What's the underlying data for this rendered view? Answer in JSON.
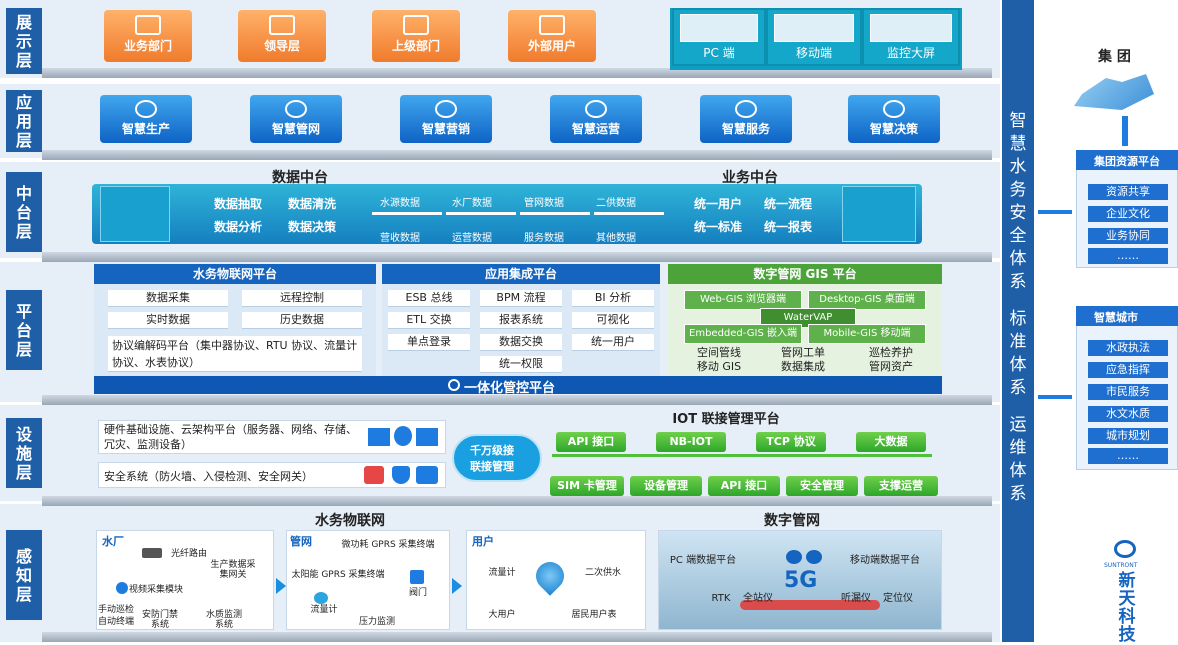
{
  "layers": {
    "display": "展示层",
    "app": "应用层",
    "middle": "中台层",
    "platform": "平台层",
    "facility": "设施层",
    "sense": "感知层"
  },
  "display": {
    "users": [
      "业务部门",
      "领导层",
      "上级部门",
      "外部用户"
    ],
    "terminals": [
      "PC 端",
      "移动端",
      "监控大屏"
    ]
  },
  "apps": [
    "智慧生产",
    "智慧管网",
    "智慧营销",
    "智慧运营",
    "智慧服务",
    "智慧决策"
  ],
  "middle": {
    "data_title": "数据中台",
    "business_title": "业务中台",
    "data_funcs": [
      "数据抽取",
      "数据清洗",
      "数据分析",
      "数据决策"
    ],
    "flow_top": [
      "水源数据",
      "水厂数据",
      "管网数据",
      "二供数据"
    ],
    "flow_bottom": [
      "营收数据",
      "运营数据",
      "服务数据",
      "其他数据"
    ],
    "business_funcs": [
      "统一用户",
      "统一流程",
      "统一标准",
      "统一报表"
    ]
  },
  "platform": {
    "iot_title": "水务物联网平台",
    "iot_items": [
      "数据采集",
      "远程控制",
      "实时数据",
      "历史数据"
    ],
    "iot_protocol": "协议编解码平台（集中器协议、RTU 协议、流量计协议、水表协议）",
    "app_title": "应用集成平台",
    "app_items": [
      "ESB 总线",
      "BPM 流程",
      "BI 分析",
      "ETL 交换",
      "报表系统",
      "可视化",
      "单点登录",
      "数据交换",
      "统一用户",
      "统一权限"
    ],
    "gis_title": "数字管网 GIS 平台",
    "gis_cells": [
      "Web-GIS 浏览器端",
      "Desktop-GIS 桌面端",
      "Embedded-GIS 嵌入端",
      "Mobile-GIS 移动端"
    ],
    "gis_center": "WaterVAP",
    "gis_foot": [
      "空间管线",
      "管网工单",
      "巡检养护",
      "移动 GIS",
      "数据集成",
      "管网资产"
    ],
    "bottom_bar": "一体化管控平台"
  },
  "facility": {
    "infra": "硬件基础设施、云架构平台（服务器、网络、存储、冗灾、监测设备）",
    "security": "安全系统（防火墙、入侵检测、安全网关）",
    "cloud": [
      "千万级接",
      "联接管理"
    ],
    "iot_title": "IOT 联接管理平台",
    "iot_top": [
      "API 接口",
      "NB-IOT",
      "TCP 协议",
      "大数据"
    ],
    "iot_bottom": [
      "SIM 卡管理",
      "设备管理",
      "API 接口",
      "安全管理",
      "支撑运营"
    ]
  },
  "sense": {
    "iot_net_title": "水务物联网",
    "pipe_net_title": "数字管网",
    "plant_title": "水厂",
    "plant_items": [
      "光纤路由",
      "生产数据采集网关",
      "视频采集模块",
      "安防门禁系统",
      "水质监测系统",
      "手动巡检",
      "自动终端"
    ],
    "pipe_title": "管网",
    "pipe_items": [
      "微功耗 GPRS 采集终端",
      "太阳能 GPRS 采集终端",
      "阀门",
      "流量计",
      "压力监测"
    ],
    "user_title": "用户",
    "user_items": [
      "流量计",
      "二次供水",
      "大用户",
      "居民用户表"
    ],
    "digital_items": [
      "PC 端数据平台",
      "移动端数据平台",
      "RTK",
      "全站仪",
      "5G",
      "听漏仪",
      "定位仪"
    ]
  },
  "right": {
    "vertical": [
      "智",
      "慧",
      "水",
      "务",
      "安",
      "全",
      "体",
      "系",
      "标",
      "准",
      "体",
      "系",
      "运",
      "维",
      "体",
      "系"
    ],
    "group": "集 团",
    "group_platform": "集团资源平台",
    "group_items": [
      "资源共享",
      "企业文化",
      "业务协同",
      "……"
    ],
    "city_title": "智慧城市",
    "city_items": [
      "水政执法",
      "应急指挥",
      "市民服务",
      "水文水质",
      "城市规划",
      "……"
    ],
    "logo": [
      "新",
      "天",
      "科",
      "技"
    ],
    "logo_small": "SUNTRONT"
  }
}
